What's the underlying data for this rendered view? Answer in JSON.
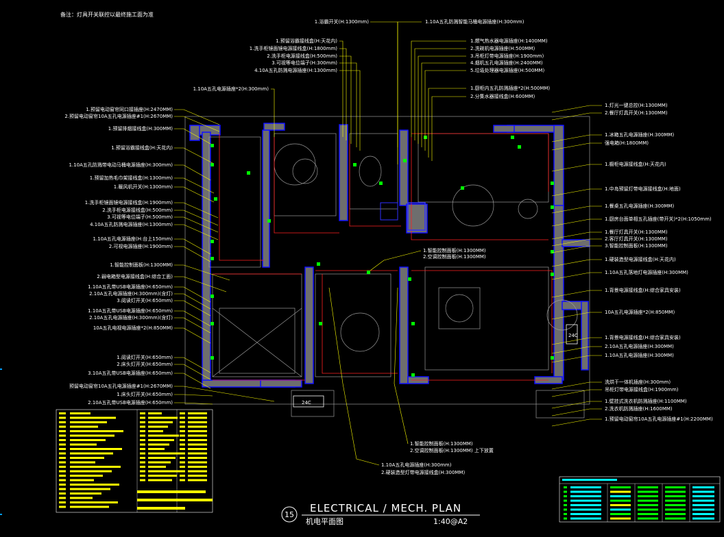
{
  "note": "备注：灯具开关联控以最终施工面为准",
  "title": {
    "number": "15",
    "english": "ELECTRICAL / MECH. PLAN",
    "chinese": "机电平面图",
    "scale": "1:40@A2"
  },
  "labels_left": [
    "1.预留电动窗帘同口接插座(H:2470MM)",
    "2.预留电动窗帘10A五孔电源插座#1(H:2670MM)",
    "1.预留排烟接线盒(H:300MM)",
    "1.预留浴霸接线盒(H:天花内)",
    "1.10A五孔防溅带电动马桶电源插座(H:300mm)",
    "1.预留加热毛巾架接线盒(H:1300mm)",
    "1.暖风机开关(H:1300mm)",
    "1.洗手柜镜面镜电源接线盒(H:1900mm)",
    "2.洗手柜电源接线盒(H:500mm)",
    "3.可视等电位端子(H:500mm)",
    "4.10A五孔防溅电源插座(H:1300mm)",
    "1.10A五孔电源插座(H:台上150mm)",
    "2.可视电源插座(H:1900mm)",
    "1.智能控制面板(H:1300MM)",
    "2.弱电箱型电源接线盒(H:综合工面)",
    "1.10A五孔带USB电源插座(H:650mm)",
    "2.10A五孔电源插座(H:300mm)(含灯)",
    "3.阅读灯开关(H:650mm)",
    "1.10A五孔带USB电源插座(H:650mm)",
    "2.10A五孔电源插座(H:300mm)(含灯)",
    "10A五孔电视电源插座*2(H:850MM)",
    "1.阅读灯开关(H:650mm)",
    "2.床头灯开关(H:650mm)",
    "3.10A五孔带USB电源插座(H:650mm)",
    "预留电动窗帘10A五孔电源插座#1(H:2670MM)",
    "1.床头灯开关(H:650mm)",
    "2.10A五孔带USB电源插座(H:650mm)"
  ],
  "labels_top": [
    "1.浴霸开关(H:1300mm)",
    "1.10A五孔防溅智能马桶电源插座(H:300mm)",
    "1.预留浴霸接线盒(H:天花内)",
    "1.洗手柜镜面镜电源接线盒(H:1800mm)",
    "2.洗手柜电源接线盒(H:500mm)",
    "3.可视等电位端子(H:300mm)",
    "4.10A五孔防溅电源插座(H:1300mm)",
    "1.10A五孔电源插座*2(H:300mm)",
    "1.燃气热水器电源插座(H:1400MM)",
    "2.洗碗机电源插座(H:500MM)",
    "3.吊柜灯带电源插座(H:1900mm)",
    "4.烟机五孔电源插座(H:2400MM)",
    "5.垃圾处理器电源插座(H:500MM)",
    "1.厨柜内五孔防溅插座*2(H:500MM)",
    "2.分集水器接线盒(H:600MM)"
  ],
  "labels_right": [
    "1.灯光一键总控(H:1300MM)",
    "2.餐厅灯具开关(H:1300MM)",
    "1.冰箱五孔电源插座(H:300MM)",
    "强电箱(H:1800MM)",
    "1.橱柜电源接线盒(H:天花内)",
    "1.中岛预留灯带电源接线盒(H:地面)",
    "1.餐桌五孔电源插座(H:300MM)",
    "1.厨房台面单相五孔插座(带开关)*2(H:1050mm)",
    "1.餐厅灯具开关(H:1300MM)",
    "2.客厅灯具开关(H:1300MM)",
    "3.智能控制面板(H:1300MM)",
    "1.硬装造型电源接线盒(H:天花内)",
    "1.10A五孔落地灯电源插座(H:300MM)",
    "1.背景电源接线盒(H:综合家具安装)",
    "10A五孔电源插座*2(H:850MM)",
    "1.背景电源接线盒(H:综合家具安装)",
    "2.10A五孔电源插座(H:300MM)",
    "1.10A五孔电源插座(H:300MM)",
    "洗烘干一体机插座(H:300mm)",
    "吊柜灯带电源接线盒(H:1900mm)",
    "1.壁挂式洗衣机防溅插座(H:1100MM)",
    "2.洗衣机防溅插座(H:1600MM)",
    "1.预留电动窗帘10A五孔电源插座#1(H:2200MM)"
  ],
  "labels_bottom": [
    "1.智能控制面板(H:1300MM)",
    "2.空调控制面板(H:1300MM)",
    "1.智能控制面板(H:1300MM)",
    "2.空调控制面板(H:1300MM) 上下放置",
    "1.10A五孔电源插座(H:300mm)",
    "2.硬装造型灯带电源接线盒(H:300MM)"
  ],
  "room_tags": [
    "24C",
    "24C"
  ],
  "colors": {
    "background": "#000000",
    "wall_fill": "#6e6e6e",
    "wall_edge": "#1010ff",
    "leader": "#ffff00",
    "wire": "#ff2020",
    "device": "#00ff00",
    "tag": "#00ffff",
    "text": "#ffffff"
  }
}
